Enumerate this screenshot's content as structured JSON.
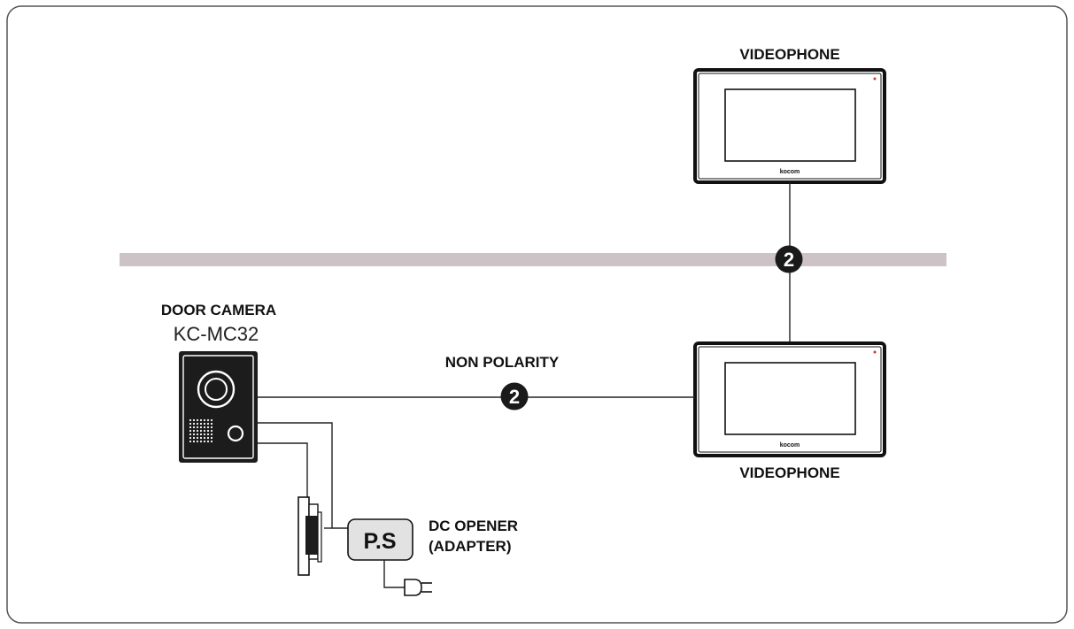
{
  "labels": {
    "videophone_top": "VIDEOPHONE",
    "videophone_bottom": "VIDEOPHONE",
    "door_camera": "DOOR CAMERA",
    "door_camera_model": "KC-MC32",
    "non_polarity": "NON POLARITY",
    "dc_opener_line1": "DC OPENER",
    "dc_opener_line2": "(ADAPTER)",
    "power_supply": "P.S",
    "brand_top": "kocom",
    "brand_bottom": "kocom"
  },
  "wire_counts": {
    "videophone_link": "2",
    "camera_link": "2"
  },
  "colors": {
    "wall": "#cdc2c6",
    "device_body": "#1c1c1c",
    "power_supply_fill": "#e2e2e2",
    "badge": "#1a1a1a"
  },
  "icons": {
    "plug": "power-plug-icon"
  }
}
